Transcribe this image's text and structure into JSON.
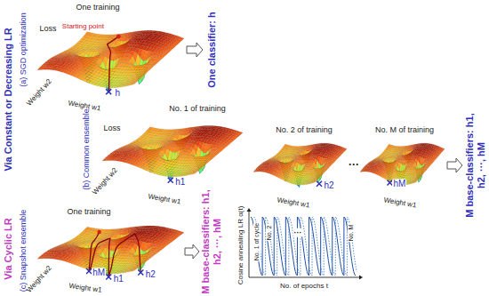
{
  "diagram": {
    "labels": [
      "Via Constant or Decreasing LR",
      "One training",
      "Loss",
      "Starting point",
      "(a) SGD optimization",
      "Weight w2",
      "h",
      "Weight w1",
      "One classifier: h",
      "No. 1 of training",
      "No. 2 of training",
      "No. M of training",
      "(b) Common ensemble",
      "Loss",
      "Weight w2",
      "h1",
      "Weight w1",
      "h2",
      "Weight w1",
      "···",
      "hM",
      "Weight w1",
      "M base-classifiers: h1, h2, ···, hM",
      "Via Cyclic LR",
      "One training",
      "(c) Snapshot ensemble",
      "Weight w2",
      "hM",
      "h1",
      "h2",
      "Weight w1",
      "M base-classifiers: h1, h2, ···, hM",
      "Cosine annealing LR α(t)",
      "No. 1 of cycle",
      "No. 2",
      "···",
      "No. M",
      "No. of epochs t"
    ]
  }
}
